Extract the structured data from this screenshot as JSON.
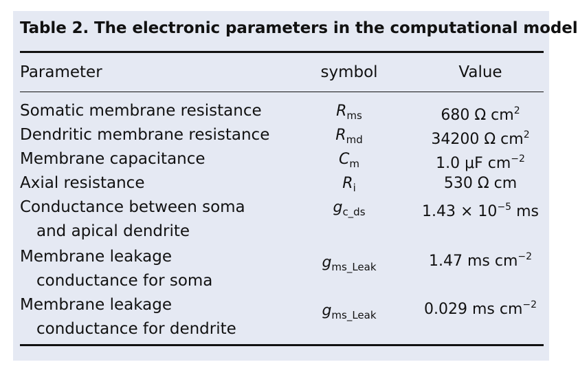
{
  "table": {
    "title": "Table 2.  The electronic parameters in the computational model",
    "headers": {
      "parameter": "Parameter",
      "symbol": "symbol",
      "value": "Value"
    },
    "rows": [
      {
        "parameter": [
          "Somatic membrane resistance"
        ],
        "symbol_base": "R",
        "symbol_sub": "ms",
        "value": "680 Ω cm",
        "value_sup": "2"
      },
      {
        "parameter": [
          "Dendritic membrane resistance"
        ],
        "symbol_base": "R",
        "symbol_sub": "md",
        "value": "34200 Ω cm",
        "value_sup": "2"
      },
      {
        "parameter": [
          "Membrane capacitance"
        ],
        "symbol_base": "C",
        "symbol_sub": "m",
        "value": "1.0 μF cm",
        "value_sup": "−2"
      },
      {
        "parameter": [
          "Axial resistance"
        ],
        "symbol_base": "R",
        "symbol_sub": "i",
        "value": "530 Ω cm",
        "value_sup": ""
      },
      {
        "parameter": [
          "Conductance between soma",
          "and apical dendrite"
        ],
        "symbol_base": "g",
        "symbol_sub": "c_ds",
        "value": "1.43 × 10",
        "value_sup": "−5",
        "value_tail": " ms"
      },
      {
        "parameter": [
          "Membrane leakage",
          "conductance for soma"
        ],
        "symbol_base": "g",
        "symbol_sub": "ms_Leak",
        "value": "1.47 ms cm",
        "value_sup": "−2"
      },
      {
        "parameter": [
          "Membrane leakage",
          "conductance for dendrite"
        ],
        "symbol_base": "g",
        "symbol_sub": "ms_Leak",
        "value": "0.029 ms cm",
        "value_sup": "−2"
      }
    ]
  }
}
